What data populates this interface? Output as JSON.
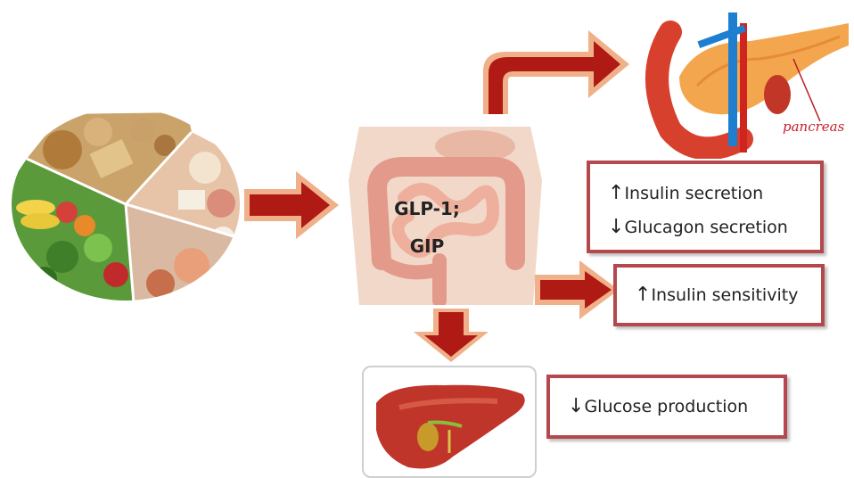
{
  "gut_label": {
    "line1": "GLP-1;",
    "line2": "GIP"
  },
  "pancreas_label": "pancreas",
  "effects": {
    "insulin_secretion": {
      "arrow": "↑",
      "text": "Insulin secretion"
    },
    "glucagon_secretion": {
      "arrow": "↓",
      "text": "Glucagon secretion"
    },
    "insulin_sensitivity": {
      "arrow": "↑",
      "text": "Insulin sensitivity"
    },
    "glucose_production": {
      "arrow": "↓",
      "text": "Glucose production"
    }
  },
  "colors": {
    "arrow_fill": "#b01a14",
    "arrow_outline": "#f0b08a",
    "box_border": "#b5484c",
    "pancreas_label": "#c81e28"
  }
}
